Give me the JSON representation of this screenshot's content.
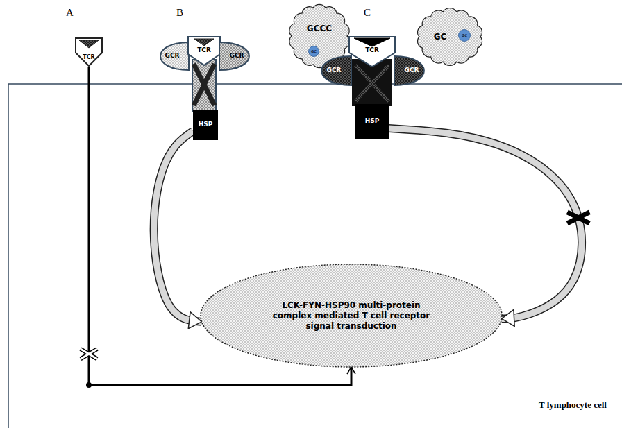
{
  "diagram": {
    "nodes": [
      {
        "text": [
          "TCR"
        ]
      },
      {
        "text": [
          "GCR"
        ]
      },
      {
        "text": [
          "TCR"
        ]
      },
      {
        "text": [
          "GCR"
        ]
      },
      {
        "text": [
          "HSP"
        ]
      },
      {
        "text": [
          "GCCC"
        ]
      },
      {
        "text": [
          "GC"
        ],
        "in": 5
      },
      {
        "text": [
          "GCR"
        ]
      },
      {
        "text": [
          "TCR"
        ]
      },
      {
        "text": [
          "GCR"
        ]
      },
      {
        "text": [
          "GC"
        ]
      },
      {
        "text": [
          "GC"
        ],
        "in": 10
      },
      {
        "text": [
          "HSP"
        ]
      },
      {
        "text": [
          "LCK-FYN-HSP90 multi-protein complex mediated T cell receptor signal transduction"
        ]
      }
    ],
    "edges": [
      {
        "from": 0,
        "to": 13,
        "arrow": "to"
      },
      {
        "from": 4,
        "to": 13,
        "arrow": "to"
      },
      {
        "from": 12,
        "to": 13,
        "arrow": "to"
      }
    ],
    "labels": [
      "A",
      "B",
      "C",
      "T lymphocyte cell"
    ]
  }
}
